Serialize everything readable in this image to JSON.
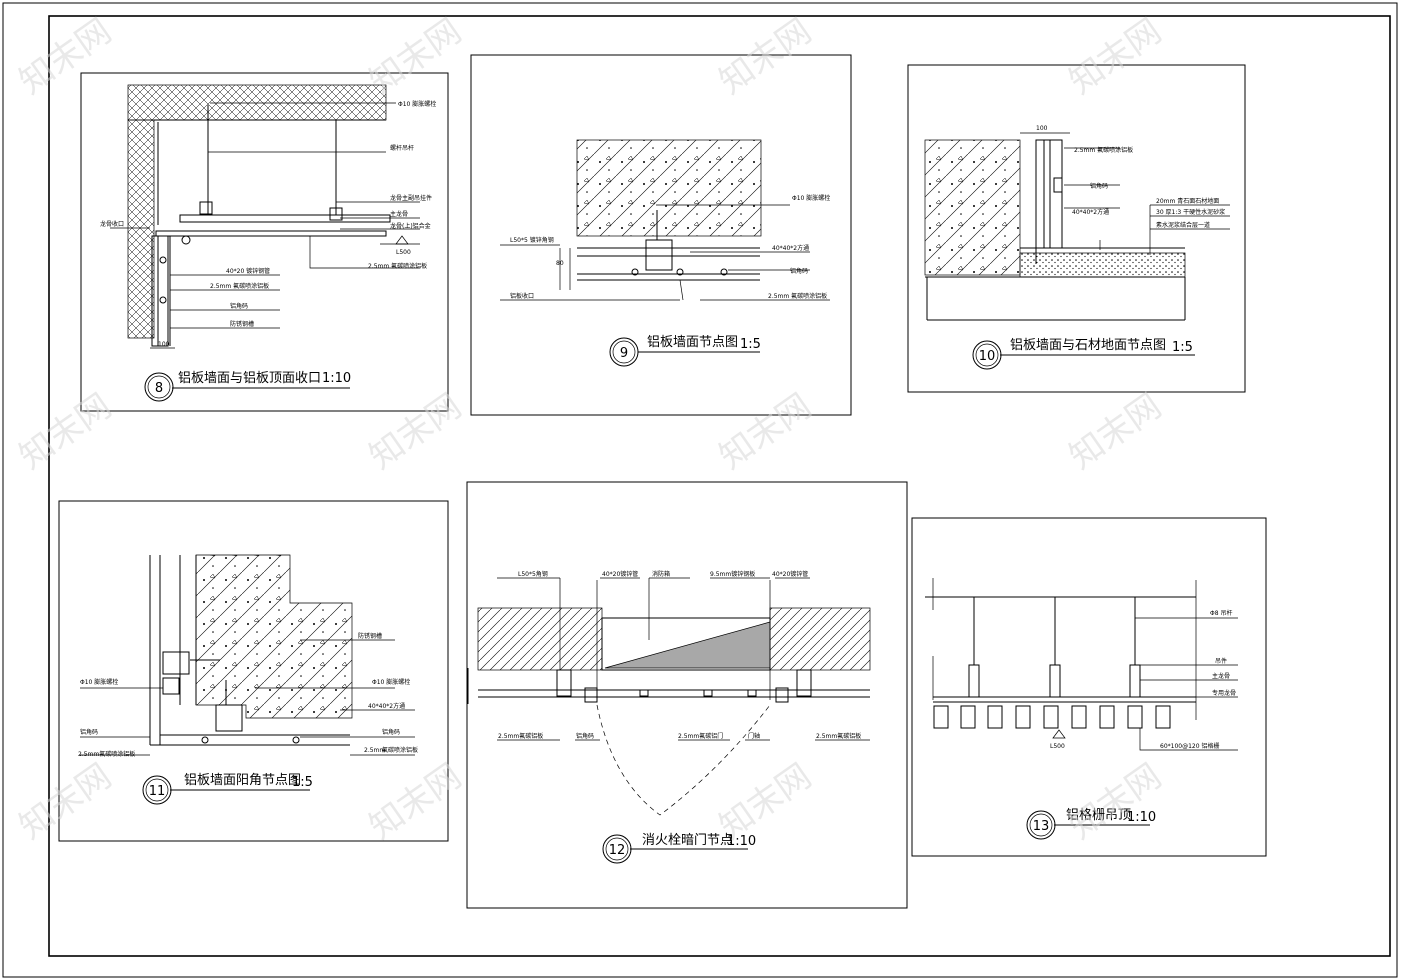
{
  "sheet": {
    "details": [
      {
        "number": "8",
        "title": "铝板墙面与铝板顶面收口",
        "scale": "1:10",
        "labels": [
          "Φ10 膨胀螺栓",
          "螺杆吊杆",
          "龙骨主副吊挂件",
          "主龙骨",
          "龙骨(上)铝合金",
          "L500",
          "2.5mm 氟碳喷涂铝板",
          "龙骨收口",
          "40*20 镀锌钢管",
          "2.5mm 氟碳喷涂铝板",
          "铝角码",
          "防锈钢槽",
          "100"
        ]
      },
      {
        "number": "9",
        "title": "铝板墙面节点图",
        "scale": "1:5",
        "labels": [
          "Φ10 膨胀螺栓",
          "L50*5 镀锌角钢",
          "40*40*2方通",
          "铝角码",
          "铝板收口",
          "2.5mm 氟碳喷涂铝板",
          "80"
        ]
      },
      {
        "number": "10",
        "title": "铝板墙面与石材地面节点图",
        "scale": "1:5",
        "labels": [
          "100",
          "2.5mm 氟碳喷涂铝板",
          "铝角码",
          "40*40*2方通",
          "20mm 青石面石材地面",
          "30 厚1:3 干硬性水泥砂浆",
          "素水泥浆结合层一道"
        ]
      },
      {
        "number": "11",
        "title": "铝板墙面阳角节点图",
        "scale": "1:5",
        "labels": [
          "防锈钢槽",
          "Φ10 膨胀螺栓",
          "Φ10 膨胀螺栓",
          "40*40*2方通",
          "铝角码",
          "铝角码",
          "2.5mm氟碳喷涂铝板",
          "2.5mm",
          "氟碳喷涂铝板"
        ]
      },
      {
        "number": "12",
        "title": "消火栓暗门节点",
        "scale": "1:10",
        "labels": [
          "L50*5角钢",
          "40*20镀锌管",
          "消防箱",
          "9.5mm镀锌钢板",
          "40*20镀锌管",
          "2.5mm氟碳铝板",
          "铝角码",
          "2.5mm氟碳铝门",
          "门轴",
          "2.5mm氟碳铝板"
        ]
      },
      {
        "number": "13",
        "title": "铝格栅吊顶",
        "scale": "1:10",
        "labels": [
          "Φ8 吊杆",
          "吊件",
          "主龙骨",
          "专用龙骨",
          "L500",
          "60*100@120 铝格栅"
        ]
      }
    ],
    "watermark": "知末网"
  }
}
